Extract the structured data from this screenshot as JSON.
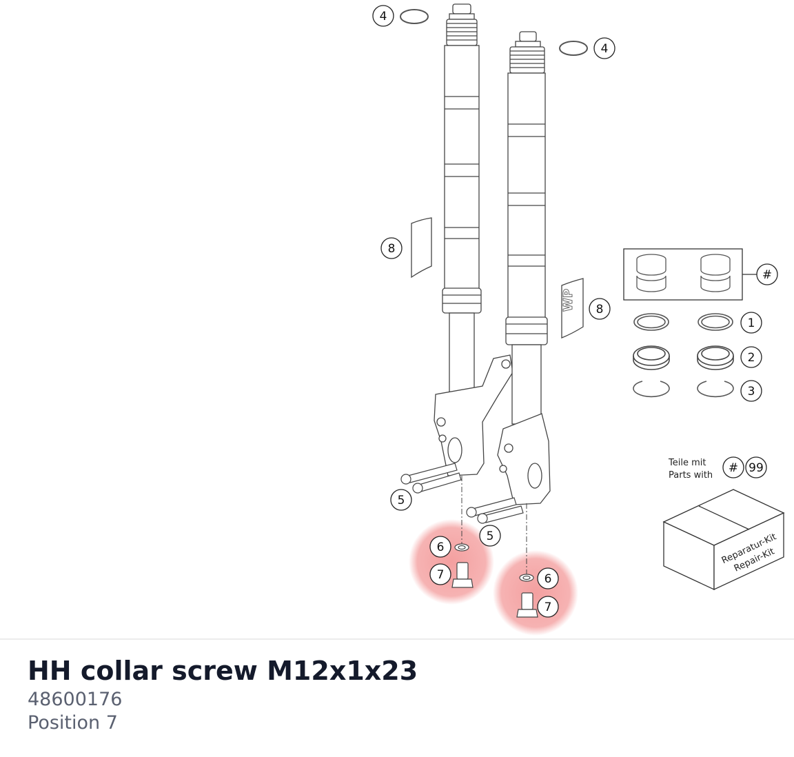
{
  "part": {
    "title": "HH collar screw M12x1x23",
    "number": "48600176",
    "position": "Position 7"
  },
  "callouts": {
    "c1": "1",
    "c2": "2",
    "c3": "3",
    "c4": "4",
    "c5": "5",
    "c6": "6",
    "c7": "7",
    "c8": "8",
    "hash": "#",
    "kit_num": "99"
  },
  "kit": {
    "line_de": "Teile mit",
    "line_en": "Parts with",
    "box_line1": "Reparatur-Kit",
    "box_line2": "Repair-Kit"
  },
  "colors": {
    "highlight": "#f08080",
    "line": "#444444",
    "title": "#141a2b"
  }
}
